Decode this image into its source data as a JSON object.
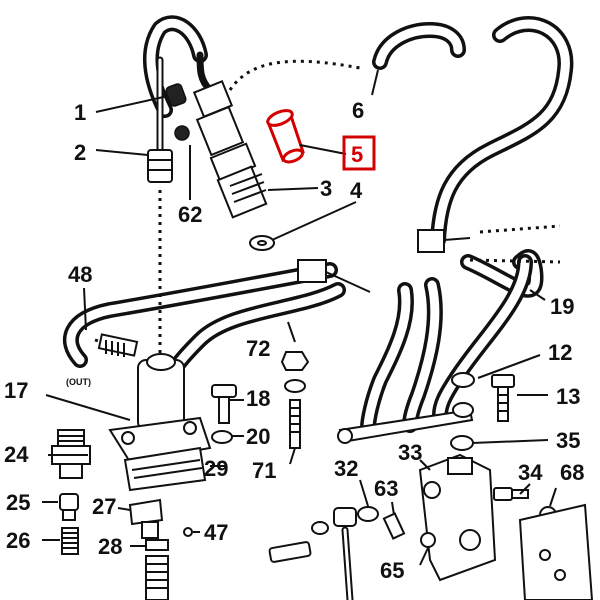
{
  "labels": {
    "l1": "1",
    "l2": "2",
    "l3": "3",
    "l4": "4",
    "l5": "5",
    "l6": "6",
    "l12": "12",
    "l13": "13",
    "l17": "17",
    "l18": "18",
    "l19": "19",
    "l20": "20",
    "l24": "24",
    "l25": "25",
    "l26": "26",
    "l27": "27",
    "l28": "28",
    "l29": "29",
    "l32": "32",
    "l33": "33",
    "l34": "34",
    "l35": "35",
    "l47": "47",
    "l48": "48",
    "l62": "62",
    "l63": "63",
    "l65": "65",
    "l68": "68",
    "l71": "71",
    "l72": "72",
    "out": "(OUT)"
  },
  "colors": {
    "highlight": "#d40000",
    "ink": "#111111",
    "background": "#ffffff"
  }
}
